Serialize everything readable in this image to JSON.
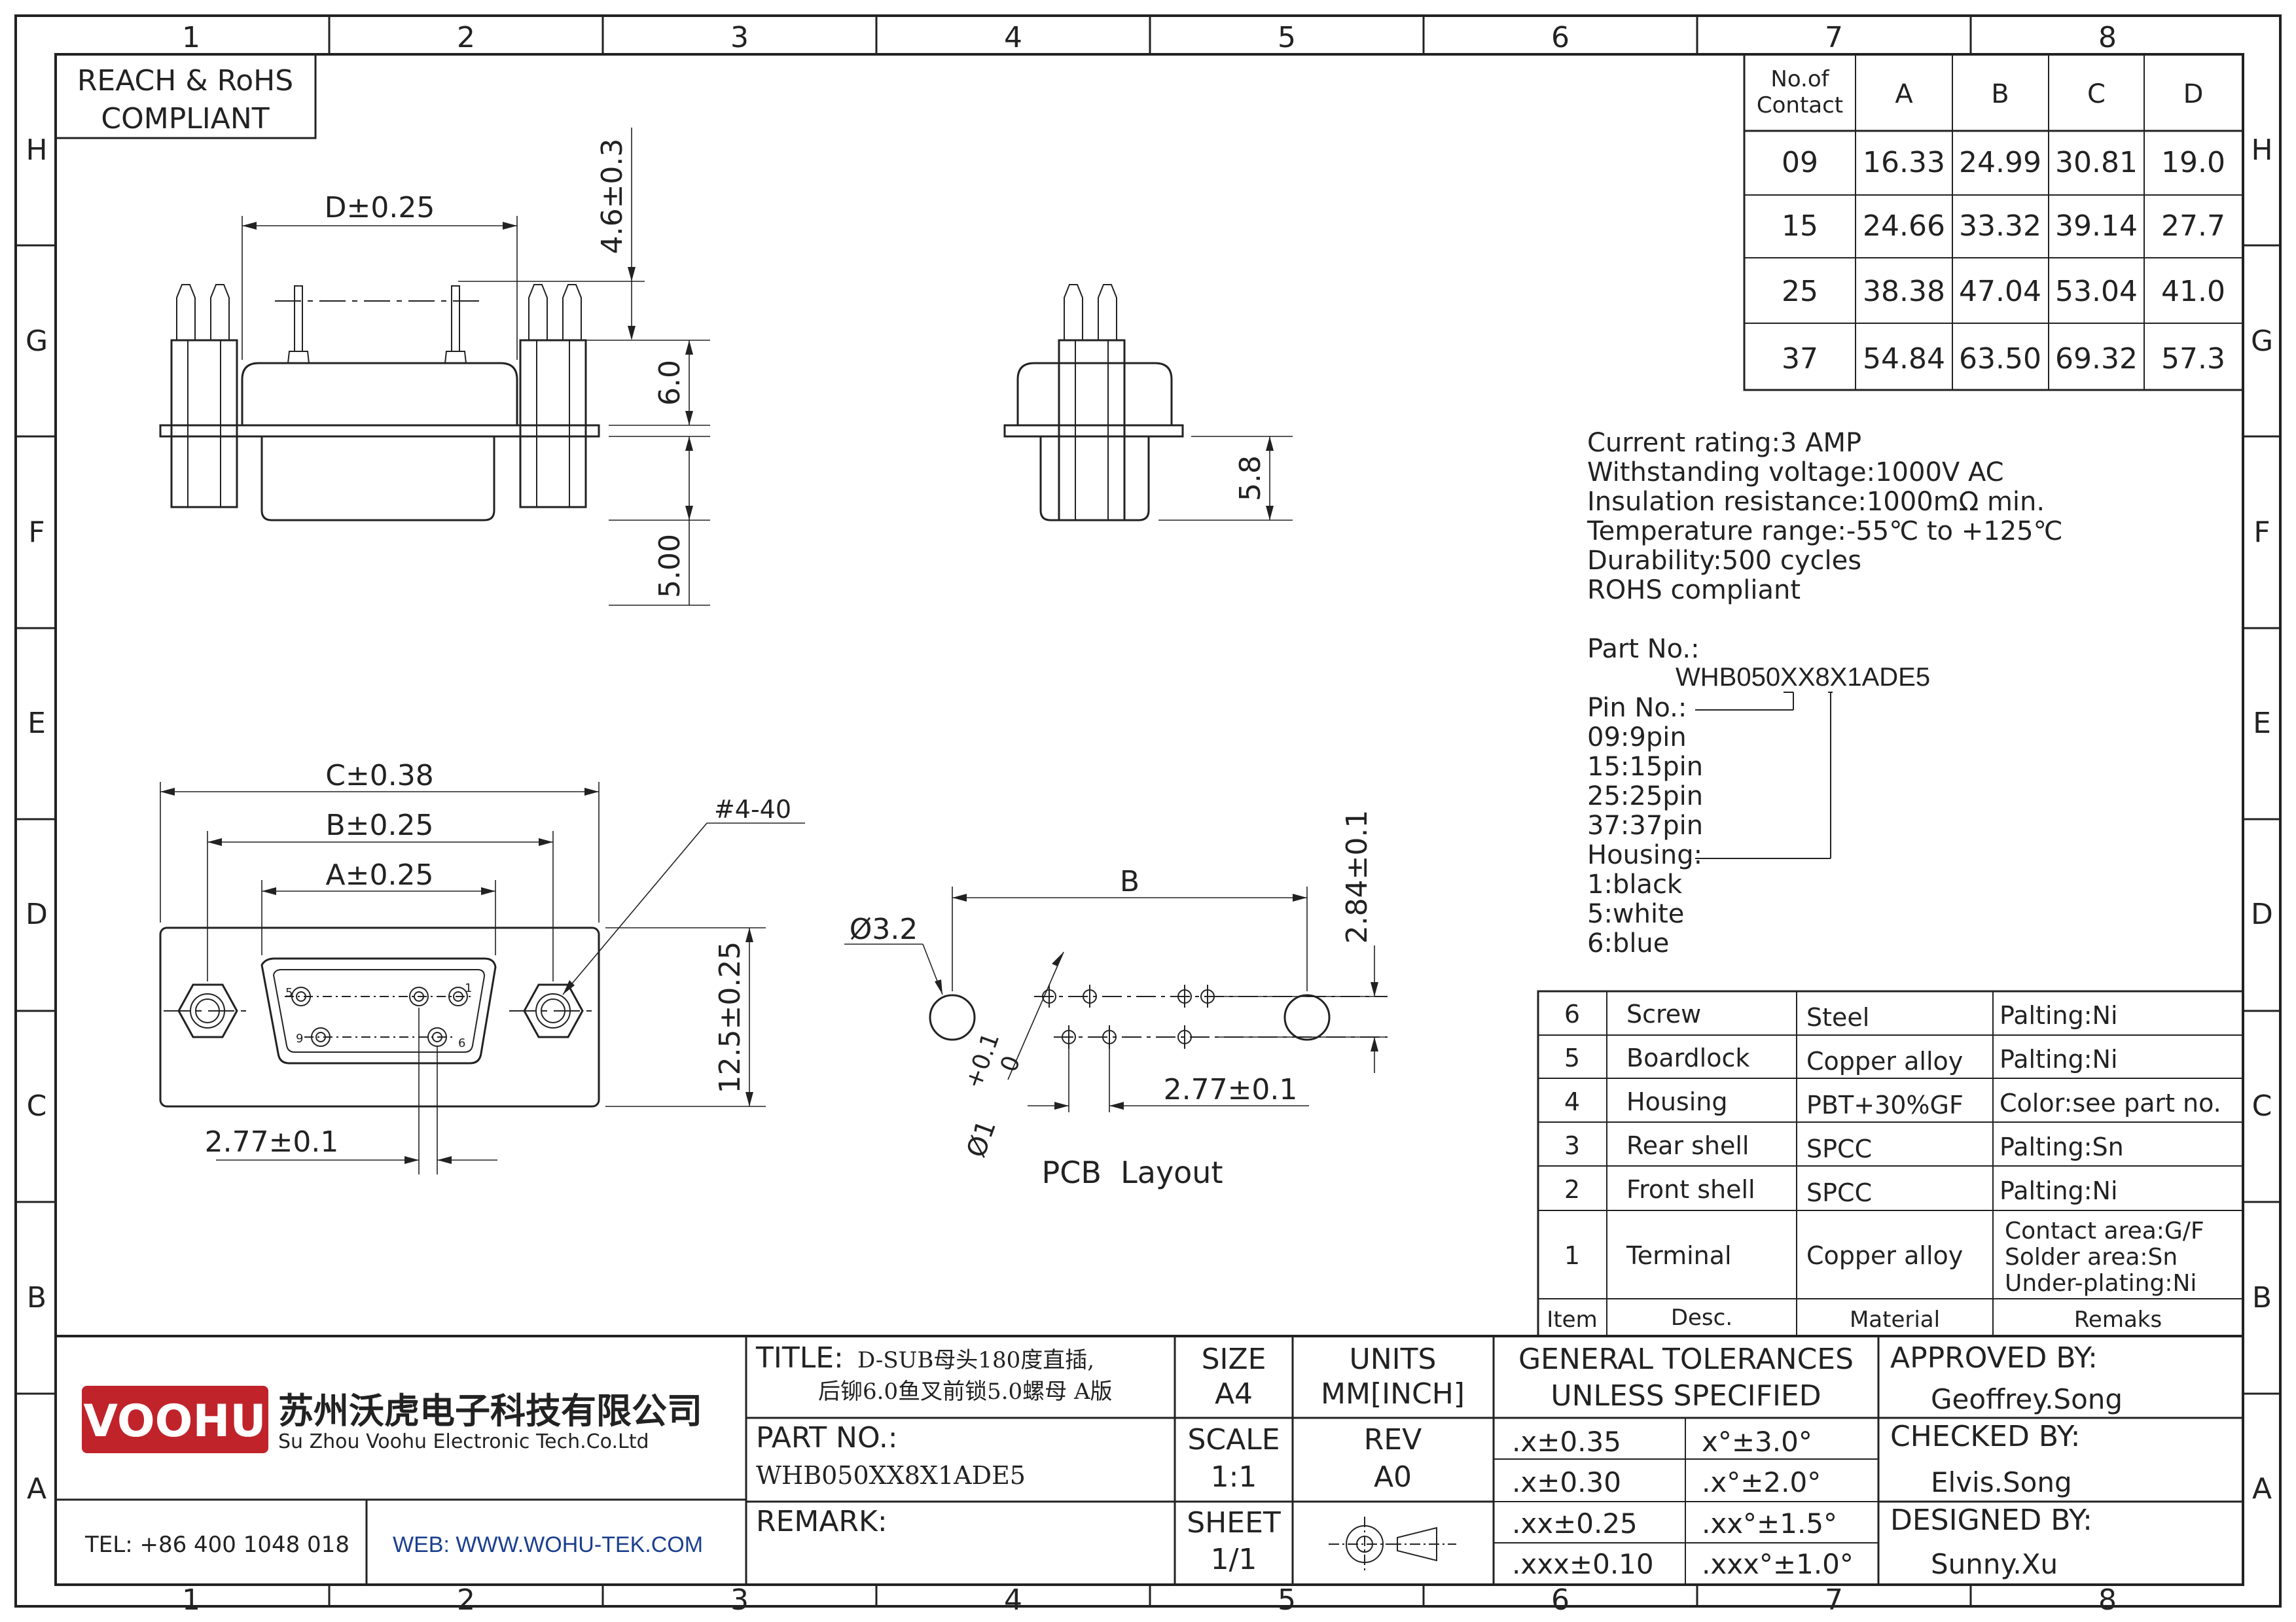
{
  "frame": {
    "zones_top": [
      "1",
      "2",
      "3",
      "4",
      "5",
      "6",
      "7",
      "8"
    ],
    "zones_side": [
      "H",
      "G",
      "F",
      "E",
      "D",
      "C",
      "B",
      "A"
    ]
  },
  "compliance": {
    "line1": "REACH & RoHS",
    "line2": "COMPLIANT"
  },
  "dimension_table": {
    "headers": [
      "No.of\nContact",
      "A",
      "B",
      "C",
      "D"
    ],
    "header_line1": "No.of",
    "header_line2": "Contact",
    "rows": [
      [
        "09",
        "16.33",
        "24.99",
        "30.81",
        "19.0"
      ],
      [
        "15",
        "24.66",
        "33.32",
        "39.14",
        "27.7"
      ],
      [
        "25",
        "38.38",
        "47.04",
        "53.04",
        "41.0"
      ],
      [
        "37",
        "54.84",
        "63.50",
        "69.32",
        "57.3"
      ]
    ]
  },
  "specs": [
    "Current rating:3 AMP",
    "Withstanding voltage:1000V AC",
    "Insulation resistance:1000mΩ min.",
    "Temperature range:-55℃ to +125℃",
    "Durability:500 cycles",
    "ROHS compliant"
  ],
  "part_number": {
    "label": "Part No.:",
    "value": "WHB050XX8X1ADE5",
    "pin_label": "Pin No.:",
    "pin_options": [
      "09:9pin",
      "15:15pin",
      "25:25pin",
      "37:37pin"
    ],
    "housing_label": "Housing:",
    "housing_options": [
      "1:black",
      "5:white",
      "6:blue"
    ]
  },
  "dimensions": {
    "d": "D±0.25",
    "h46": "4.6±0.3",
    "h60": "6.0",
    "h500": "5.00",
    "h58": "5.8",
    "c": "C±0.38",
    "b": "B±0.25",
    "a": "A±0.25",
    "screw": "#4-40",
    "h125": "12.5±0.25",
    "pitch1": "2.77±0.1",
    "hole": "Ø3.2",
    "b_plain": "B",
    "pin_hole_a": "Ø1",
    "pin_hole_b": "+0.1",
    "pin_hole_c": "0",
    "pitch2": "2.77±0.1",
    "h284": "2.84±0.1",
    "pcb_label": "PCB  Layout",
    "pin_numbers": [
      "5",
      "1",
      "9",
      "6"
    ]
  },
  "bom": {
    "headers": [
      "Item",
      "Desc.",
      "Material",
      "Remaks"
    ],
    "rows": [
      {
        "item": "6",
        "desc": "Screw",
        "material": "Steel",
        "remark": "Palting:Ni"
      },
      {
        "item": "5",
        "desc": "Boardlock",
        "material": "Copper alloy",
        "remark": "Palting:Ni"
      },
      {
        "item": "4",
        "desc": "Housing",
        "material": "PBT+30%GF",
        "remark": "Color:see part no."
      },
      {
        "item": "3",
        "desc": "Rear shell",
        "material": "SPCC",
        "remark": "Palting:Sn"
      },
      {
        "item": "2",
        "desc": "Front shell",
        "material": "SPCC",
        "remark": "Palting:Ni"
      }
    ],
    "terminal": {
      "item": "1",
      "desc": "Terminal",
      "material": "Copper alloy",
      "remark1": "Contact area:G/F",
      "remark2": "Solder area:Sn",
      "remark3": "Under-plating:Ni"
    }
  },
  "title_block": {
    "logo": "VOOHU",
    "company_cn": "苏州沃虎电子科技有限公司",
    "company_en": "Su Zhou Voohu Electronic Tech.Co.Ltd",
    "tel": "TEL: +86 400 1048 018",
    "web": "WEB: WWW.WOHU-TEK.COM",
    "title_label": "TITLE:",
    "title_line1": "D-SUB母头180度直插,",
    "title_line2": "后铆6.0鱼叉前锁5.0螺母 A版",
    "part_label": "PART NO.:",
    "part_value": "WHB050XX8X1ADE5",
    "remark_label": "REMARK:",
    "size_label": "SIZE",
    "size_value": "A4",
    "units_label": "UNITS",
    "units_value": "MM[INCH]",
    "scale_label": "SCALE",
    "scale_value": "1:1",
    "rev_label": "REV",
    "rev_value": "A0",
    "sheet_label": "SHEET",
    "sheet_value": "1/1",
    "tol_title1": "GENERAL TOLERANCES",
    "tol_title2": "UNLESS SPECIFIED",
    "tolerances": [
      [
        ".x±0.35",
        "x°±3.0°"
      ],
      [
        ".x±0.30",
        ".x°±2.0°"
      ],
      [
        ".xx±0.25",
        ".xx°±1.5°"
      ],
      [
        ".xxx±0.10",
        ".xxx°±1.0°"
      ]
    ],
    "approved_label": "APPROVED BY:",
    "approved_value": "Geoffrey.Song",
    "checked_label": "CHECKED BY:",
    "checked_value": "Elvis.Song",
    "designed_label": "DESIGNED BY:",
    "designed_value": "Sunny.Xu"
  }
}
